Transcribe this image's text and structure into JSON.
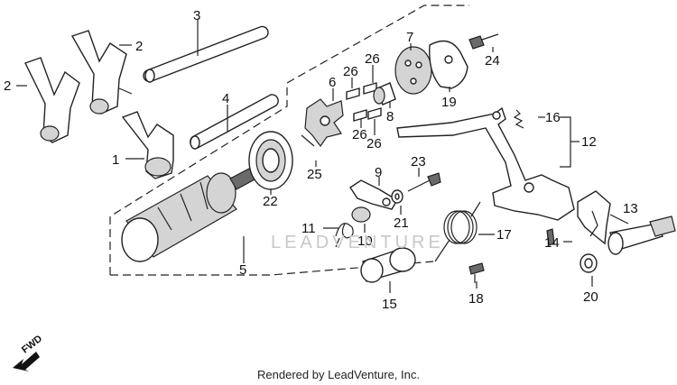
{
  "labels": {
    "p1": "1",
    "p2a": "2",
    "p2b": "2",
    "p3": "3",
    "p4": "4",
    "p5": "5",
    "p6": "6",
    "p7": "7",
    "p8": "8",
    "p9": "9",
    "p10": "10",
    "p11": "11",
    "p12": "12",
    "p13": "13",
    "p14": "14",
    "p15": "15",
    "p16": "16",
    "p17": "17",
    "p18": "18",
    "p19": "19",
    "p20": "20",
    "p21": "21",
    "p22": "22",
    "p23": "23",
    "p24": "24",
    "p25": "25",
    "p26a": "26",
    "p26b": "26",
    "p26c": "26",
    "p26d": "26"
  },
  "fwd": "FWD",
  "watermark": "LEADVENTURE",
  "credit": "Rendered by LeadVenture, Inc."
}
